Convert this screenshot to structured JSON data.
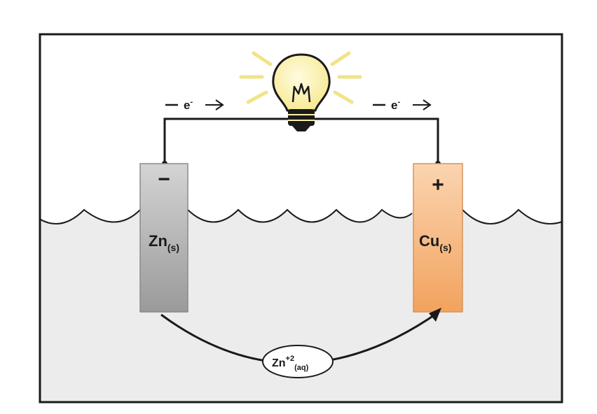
{
  "electron_flow": {
    "left": {
      "label": "e",
      "superscript": "-"
    },
    "right": {
      "label": "e",
      "superscript": "-"
    }
  },
  "anode": {
    "element": "Zn",
    "state": "(s)",
    "sign": "−",
    "color": "#b9b9b9"
  },
  "cathode": {
    "element": "Cu",
    "state": "(s)",
    "sign": "+",
    "color": "#f7bb88"
  },
  "ion": {
    "element": "Zn",
    "charge": "+2",
    "state": "(aq)"
  },
  "colors": {
    "solution": "#ececec",
    "bulb_glow": "#fbf0a8",
    "bulb_rays": "#f2e38a",
    "frame": "#1a1a1a"
  }
}
